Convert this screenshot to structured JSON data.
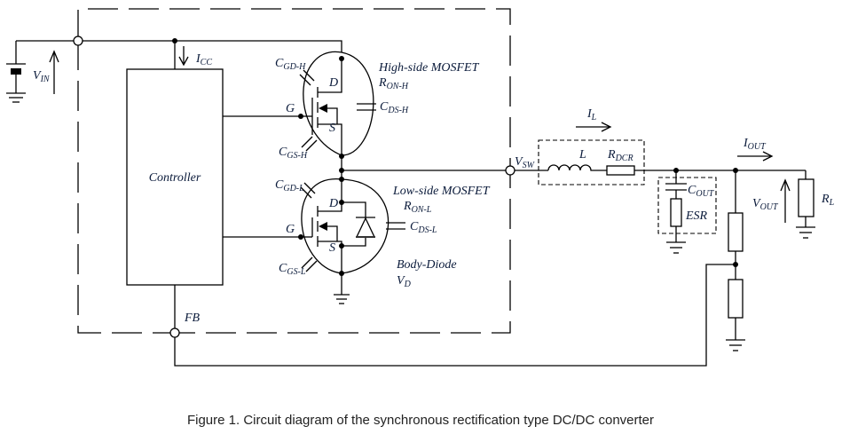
{
  "diagram": {
    "caption": "Figure 1. Circuit diagram of the synchronous rectification type DC/DC converter",
    "labels": {
      "vin": {
        "main": "V",
        "sub": "IN"
      },
      "icc": {
        "main": "I",
        "sub": "CC"
      },
      "controller": "Controller",
      "fb": "FB",
      "cgd_h": {
        "main": "C",
        "sub": "GD-H"
      },
      "cgs_h": {
        "main": "C",
        "sub": "GS-H"
      },
      "cds_h": {
        "main": "C",
        "sub": "DS-H"
      },
      "high_side": "High-side MOSFET",
      "ron_h": {
        "main": "R",
        "sub": "ON-H"
      },
      "cgd_l": {
        "main": "C",
        "sub": "GD-L"
      },
      "cgs_l": {
        "main": "C",
        "sub": "GS-L"
      },
      "cds_l": {
        "main": "C",
        "sub": "DS-L"
      },
      "low_side": "Low-side MOSFET",
      "ron_l": {
        "main": "R",
        "sub": "ON-L"
      },
      "body_diode": "Body-Diode",
      "vd": {
        "main": "V",
        "sub": "D"
      },
      "gate": "G",
      "drain": "D",
      "source": "S",
      "vsw": {
        "main": "V",
        "sub": "SW"
      },
      "il": {
        "main": "I",
        "sub": "L"
      },
      "inductor": "L",
      "rdcr": {
        "main": "R",
        "sub": "DCR"
      },
      "cout": {
        "main": "C",
        "sub": "OUT"
      },
      "esr": "ESR",
      "iout": {
        "main": "I",
        "sub": "OUT"
      },
      "vout": {
        "main": "V",
        "sub": "OUT"
      },
      "rl": {
        "main": "R",
        "sub": "L"
      }
    }
  }
}
